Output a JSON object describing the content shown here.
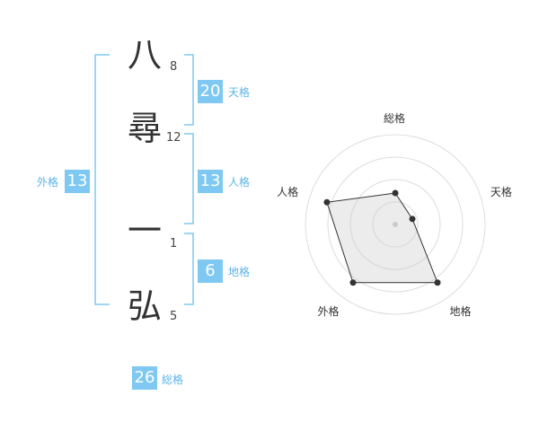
{
  "name": {
    "chars": [
      {
        "char": "八",
        "strokes": "8"
      },
      {
        "char": "尋",
        "strokes": "12"
      },
      {
        "char": "一",
        "strokes": "1"
      },
      {
        "char": "弘",
        "strokes": "5"
      }
    ]
  },
  "kakusu": {
    "tenkaku": {
      "value": "20",
      "label": "天格"
    },
    "jinkaku": {
      "value": "13",
      "label": "人格"
    },
    "chikaku": {
      "value": "6",
      "label": "地格"
    },
    "gaikaku": {
      "value": "13",
      "label": "外格"
    },
    "soukaku": {
      "value": "26",
      "label": "総格"
    }
  },
  "chart_data": {
    "type": "radar",
    "axes": [
      "総格",
      "天格",
      "地格",
      "外格",
      "人格"
    ],
    "values": [
      0.35,
      0.2,
      0.8,
      0.8,
      0.8
    ],
    "max": 1,
    "rings": 4
  },
  "colors": {
    "accent": "#7ec8f2",
    "bracket": "#7ec8f2"
  }
}
